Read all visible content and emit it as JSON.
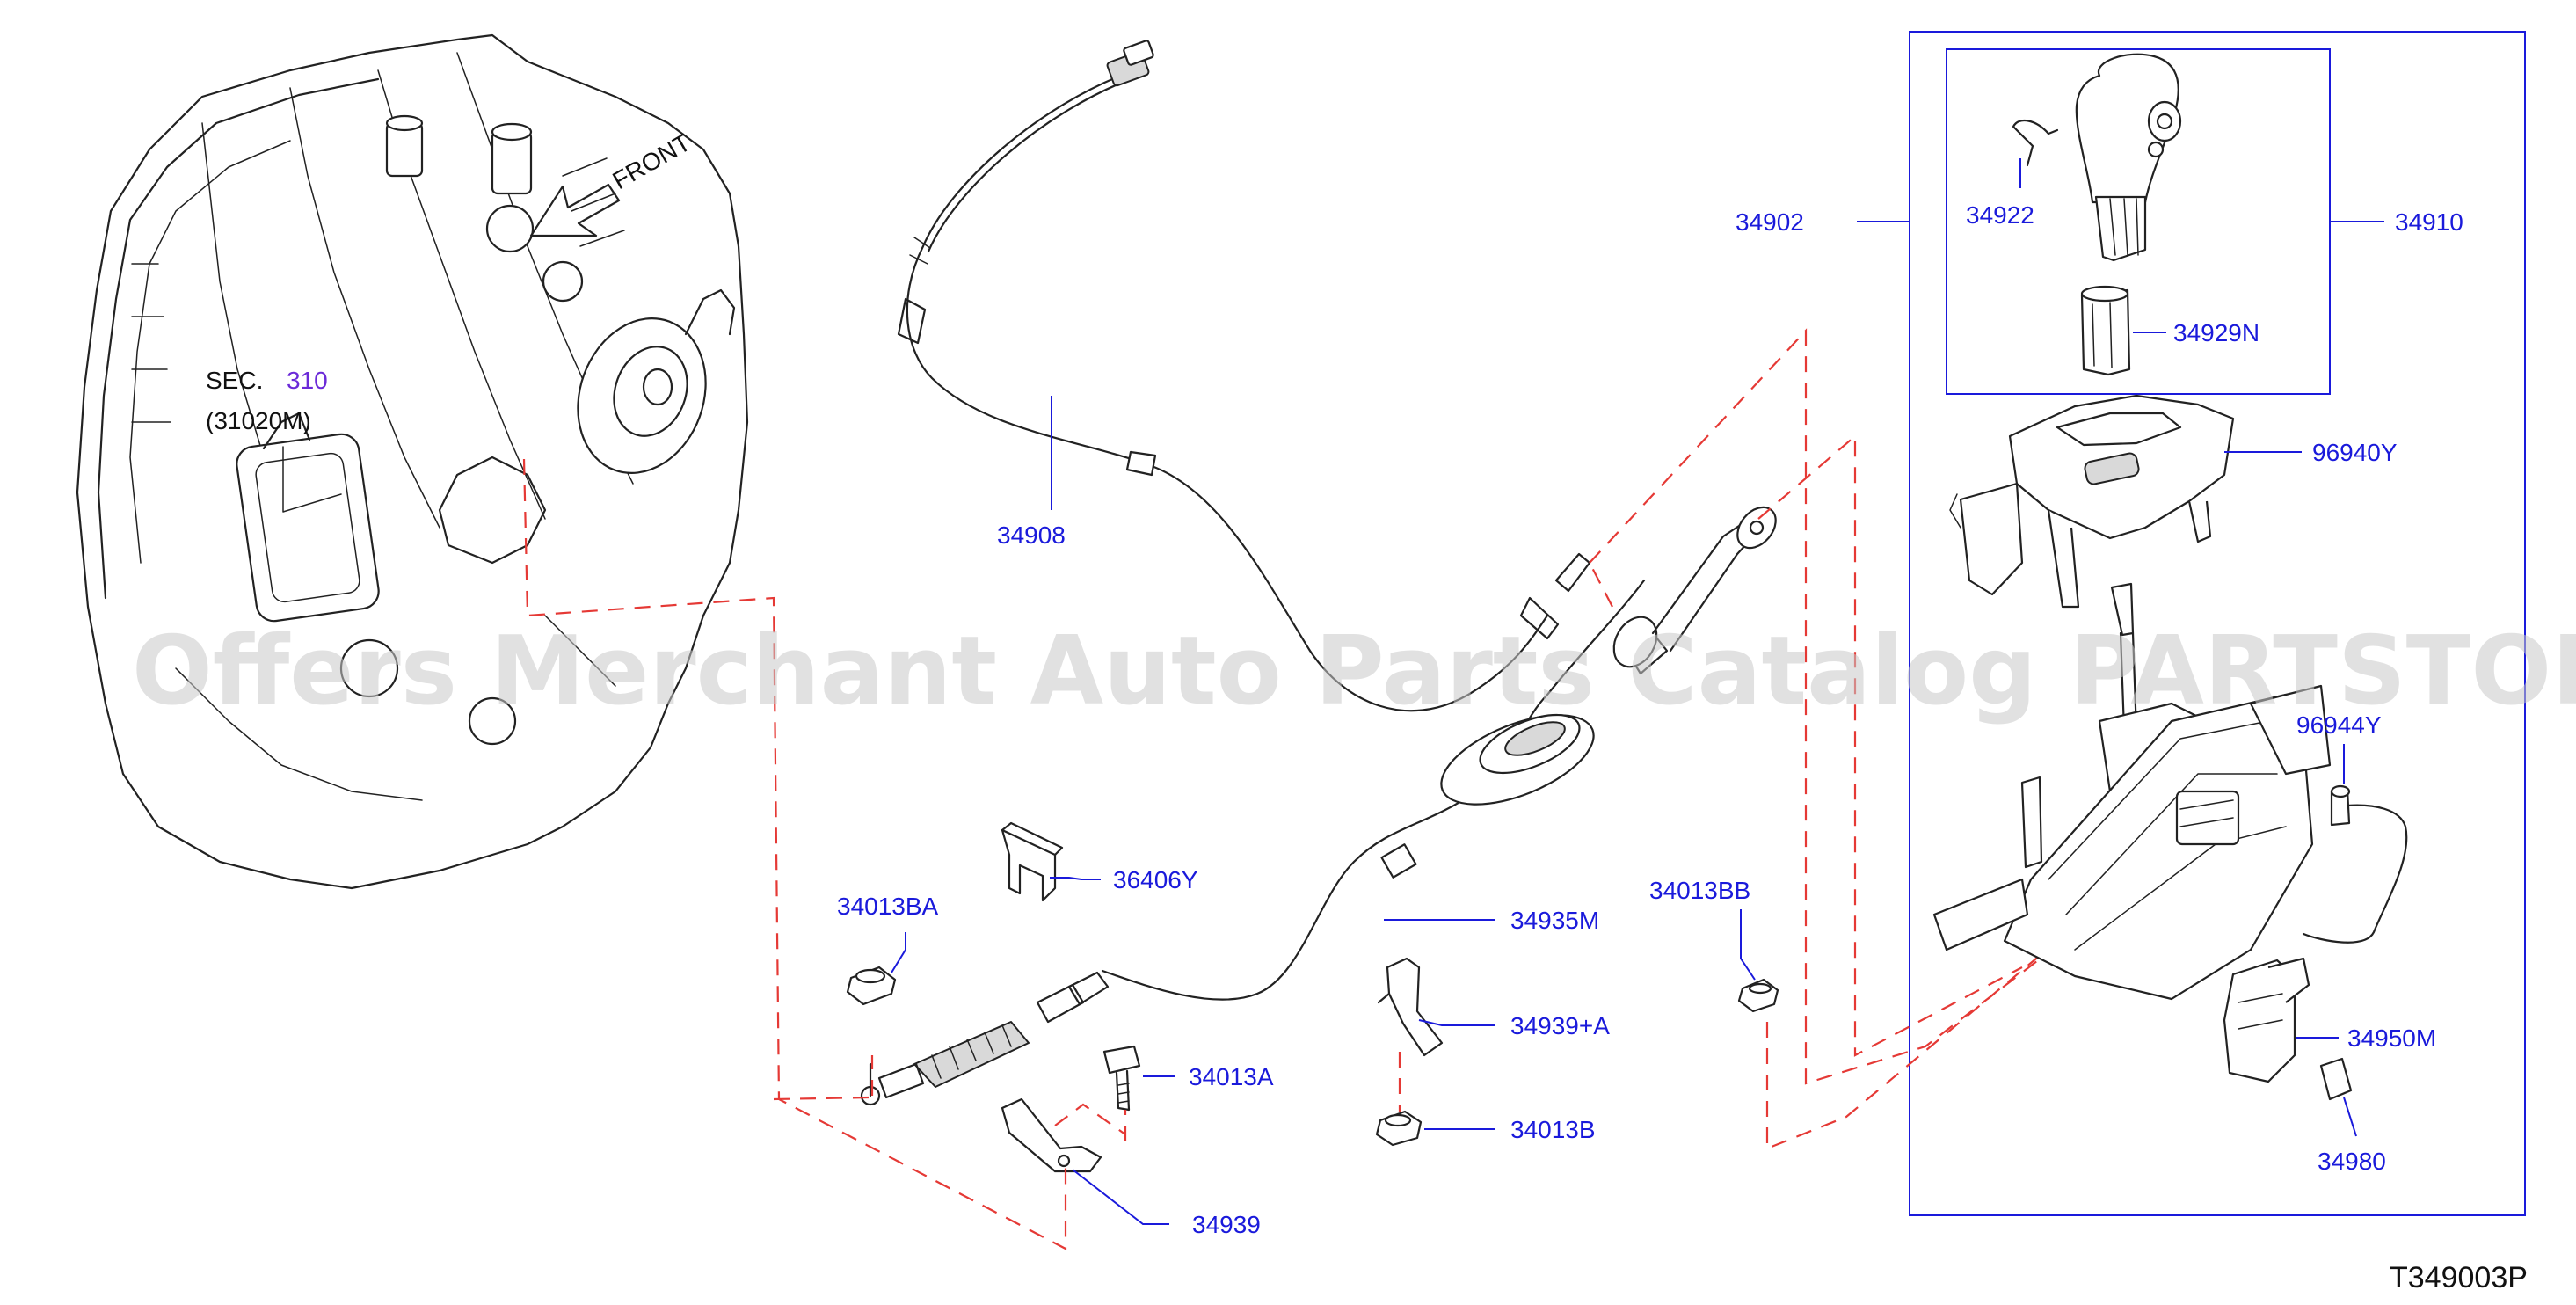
{
  "section": {
    "prefix": "SEC.",
    "number": "310",
    "subref": "(31020M)"
  },
  "front_marker": "FRONT",
  "watermark": "Offers Merchant Auto Parts Catalog PARTSTORE.SA",
  "diagram_code": "T349003P",
  "parts": {
    "p34902": "34902",
    "p34910": "34910",
    "p34922": "34922",
    "p34929N": "34929N",
    "p96940Y": "96940Y",
    "p96944Y": "96944Y",
    "p34950M": "34950M",
    "p34980": "34980",
    "p34908": "34908",
    "p36406Y": "36406Y",
    "p34935M": "34935M",
    "p34013BA": "34013BA",
    "p34013A": "34013A",
    "p34939A": "34939+A",
    "p34013B": "34013B",
    "p34013BB": "34013BB",
    "p34939": "34939"
  },
  "colors": {
    "part_label": "#1a1adb",
    "section_number": "#6b2ad8",
    "dashed_guide": "#e53935",
    "line_art": "#222222"
  }
}
